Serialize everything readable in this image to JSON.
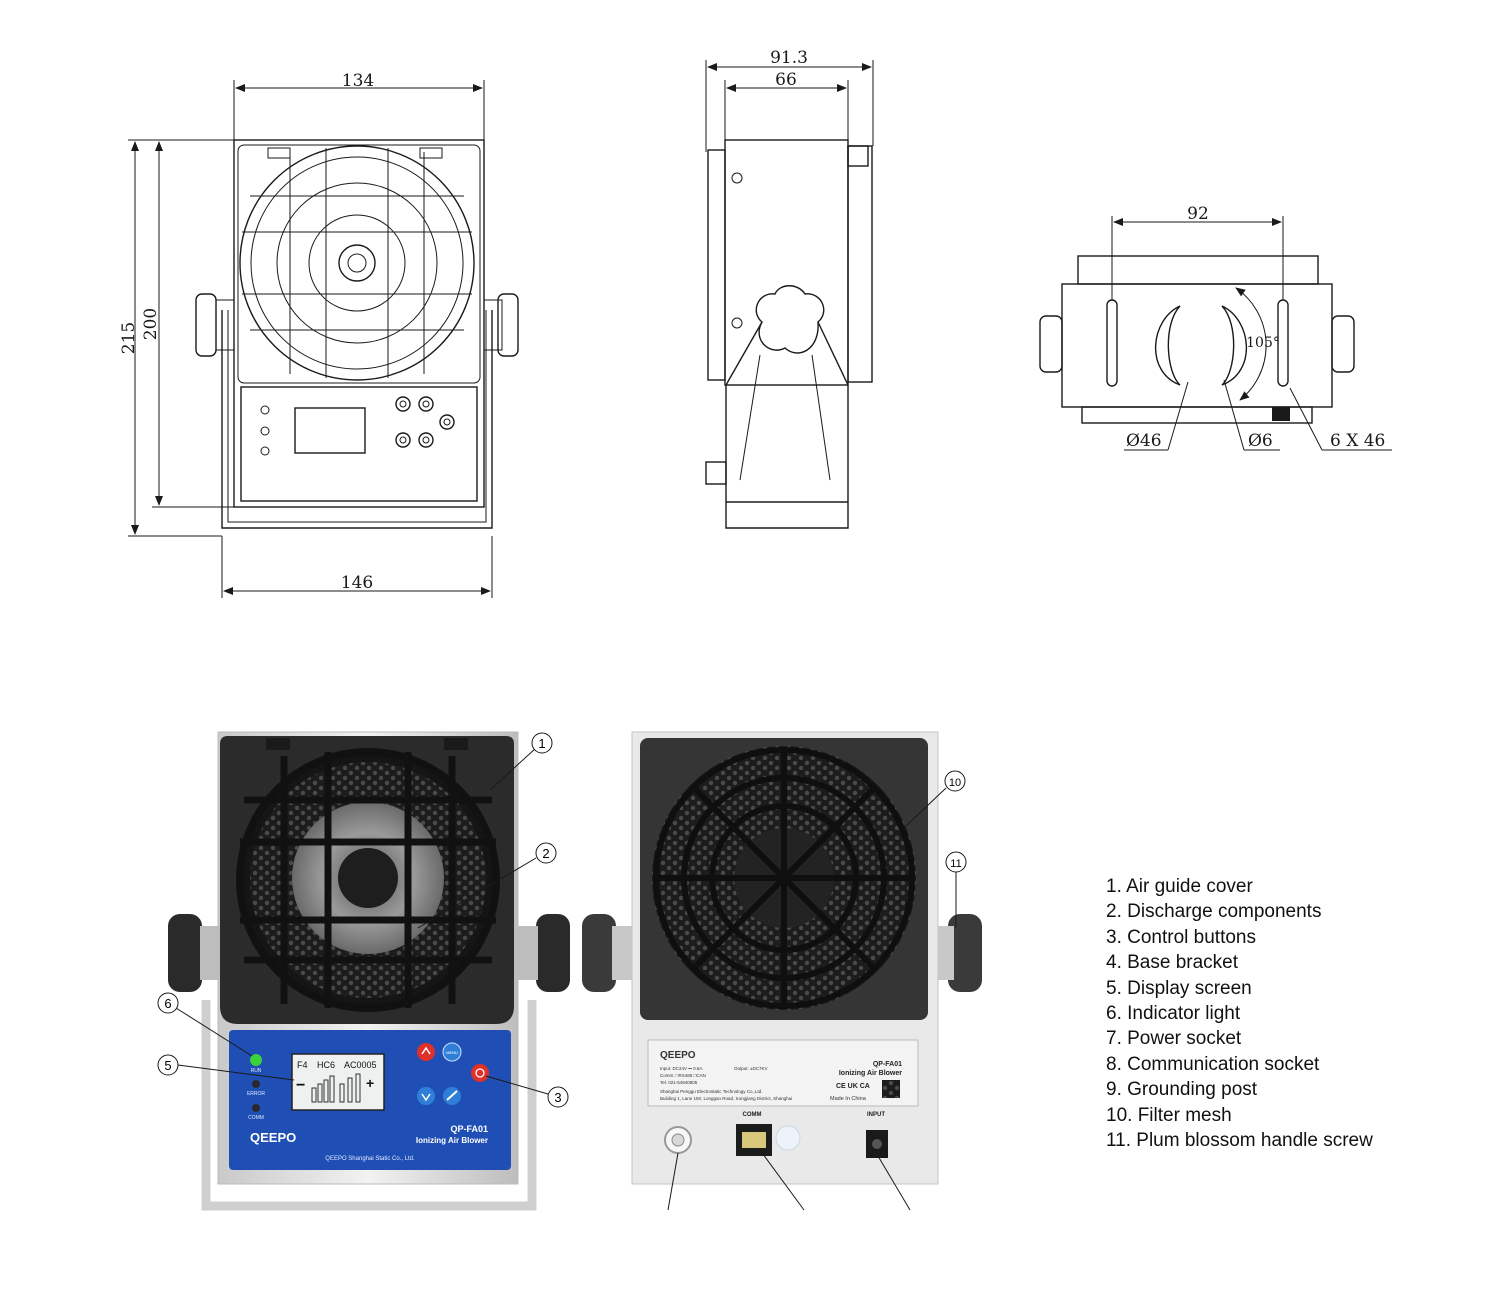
{
  "dimensions": {
    "front_width_top": "134",
    "front_height_outer": "215",
    "front_height_inner": "200",
    "front_width_bottom": "146",
    "side_depth_total": "91.3",
    "side_depth_body": "66",
    "bottom_hole_spacing": "92",
    "bottom_angle": "105°",
    "bottom_arc_diameter": "Ø46",
    "bottom_hole_diameter": "Ø6",
    "bottom_slot": "6 X 46"
  },
  "callouts": [
    "1",
    "2",
    "3",
    "5",
    "6",
    "10",
    "11"
  ],
  "device_front": {
    "brand": "QEEPO",
    "model": "QP-FA01",
    "product_name": "Ionizing Air Blower",
    "company": "QEEPO Shanghai Static Co., Ltd.",
    "led_labels": [
      "RUN",
      "ERROR",
      "COMM"
    ],
    "display_top": [
      "F4",
      "HC6",
      "AC0005"
    ],
    "display_minus": "−",
    "display_plus": "+",
    "button_menu": "MENU",
    "colors": {
      "panel": "#1f4fb5",
      "fan_body": "#2b2b2b",
      "led_green": "#3bd23b",
      "power_button": "#e0302a"
    }
  },
  "device_back": {
    "brand": "QEEPO",
    "model": "QP-FA01",
    "product_name": "Ionizing Air Blower",
    "spec_input": "Input: DC24V ⎓ 0.6A",
    "spec_output": "Output: ±DC7KV",
    "spec_comm": "Comm: □RS485 □CAN",
    "spec_tel": "Tel: 021-54940805",
    "maker": "Shanghai Penggu Electrostatic Technology Co.,Ltd.",
    "address": "Building 1, Lane 150, Longgao Road, Songjiang District, Shanghai",
    "made_in": "Made In China",
    "cert_marks": "CE UK CA",
    "port_comm": "COMM",
    "port_input": "INPUT"
  },
  "legend": [
    "1. Air guide cover",
    "2. Discharge components",
    "3. Control buttons",
    "4. Base bracket",
    "5. Display screen",
    "6. Indicator light",
    "7. Power socket",
    "8. Communication socket",
    "9. Grounding post",
    "10. Filter mesh",
    "11. Plum blossom handle screw"
  ]
}
